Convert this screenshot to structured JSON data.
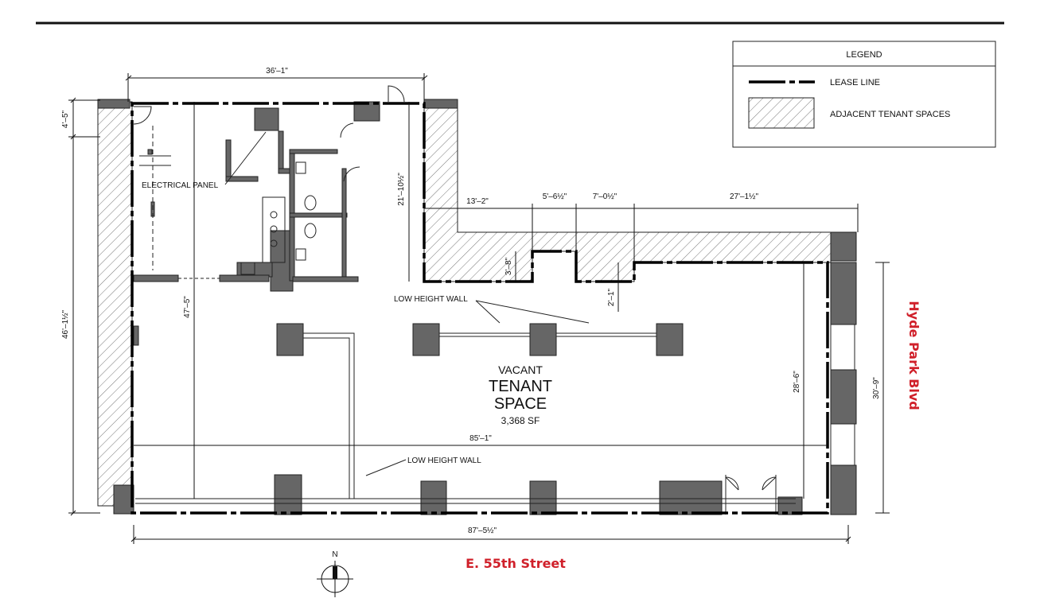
{
  "legend": {
    "title": "LEGEND",
    "lease_line": "LEASE LINE",
    "adjacent_spaces": "ADJACENT TENANT SPACES"
  },
  "space": {
    "line1": "VACANT",
    "line2": "TENANT",
    "line3": "SPACE",
    "area": "3,368 SF"
  },
  "labels": {
    "electrical_panel": "ELECTRICAL PANEL",
    "low_wall_top": "LOW HEIGHT WALL",
    "low_wall_bottom": "LOW HEIGHT WALL"
  },
  "dimensions": {
    "top_width": "36'–1\"",
    "left_small": "4'–5\"",
    "left_total": "46'–1½\"",
    "interior_height": "47'–5\"",
    "upper_right_height": "21'–10½\"",
    "d13_2": "13'–2\"",
    "d5_6": "5'–6½\"",
    "d7_0": "7'–0½\"",
    "d27_1": "27'–1½\"",
    "d3_8": "3'–8\"",
    "d2_1": "2'–1\"",
    "d28_6": "28'–6\"",
    "d30_9": "30'–9\"",
    "d85_1": "85'–1\"",
    "d87_5": "87'–5½\""
  },
  "streets": {
    "east": "Hyde Park Blvd",
    "south": "E. 55th Street"
  },
  "compass": {
    "north": "N"
  }
}
